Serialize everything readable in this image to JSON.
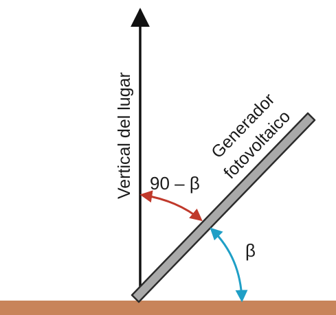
{
  "diagram": {
    "vertical_label": "Vertical del lugar",
    "panel_label_line1": "Generador",
    "panel_label_line2": "fotovoltaico",
    "complement_angle_label": "90 – β",
    "tilt_angle_label": "β"
  },
  "colors": {
    "ground": "#c8845a",
    "panel_fill": "#a9a9a9",
    "panel_stroke": "#2b2b2b",
    "vertical_arrow": "#111111",
    "complement_arc": "#c0392b",
    "tilt_arc": "#1f9fc6"
  }
}
